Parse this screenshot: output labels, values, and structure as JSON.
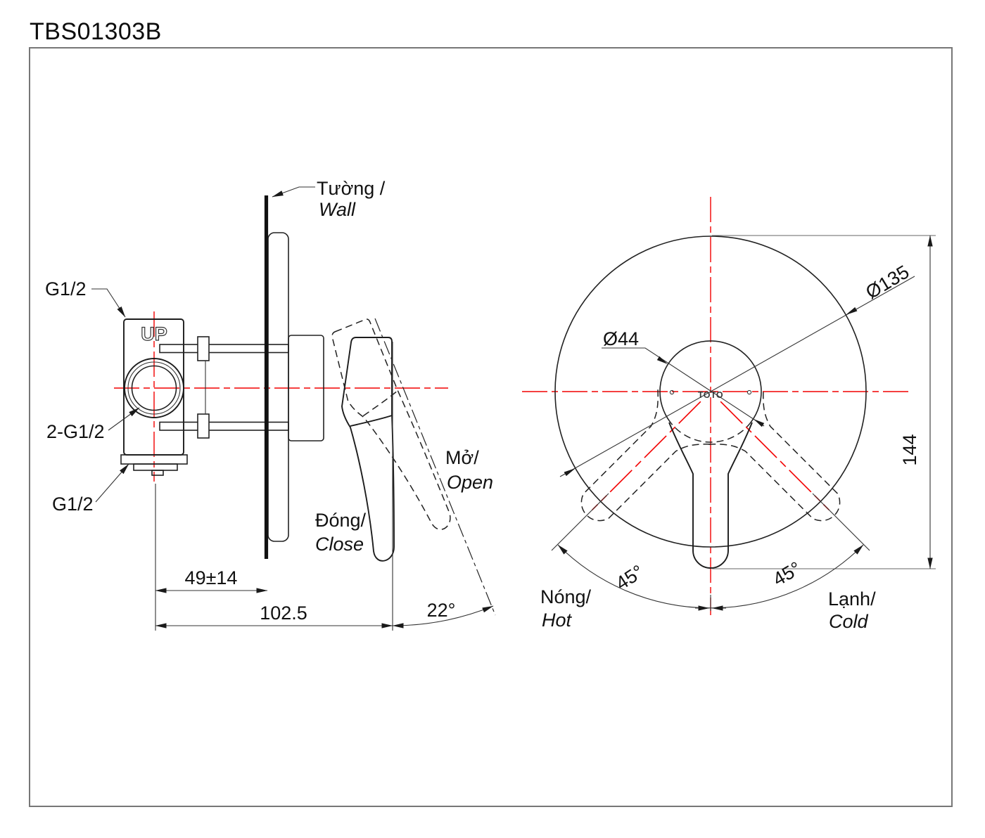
{
  "title": "TBS01303B",
  "colors": {
    "line": "#222222",
    "centerline_red": "#f20000",
    "border": "#777777"
  },
  "side_view": {
    "labels": {
      "g12_top": "G1/2",
      "g12_mid": "2-G1/2",
      "g12_bottom": "G1/2",
      "up": "UP",
      "wall_vi": "Tường /",
      "wall_en": "Wall",
      "open_vi": "Mở/",
      "open_en": "Open",
      "close_vi": "Đóng/",
      "close_en": "Close"
    },
    "dims": {
      "offset": "49±14",
      "depth": "102.5",
      "angle": "22°"
    }
  },
  "front_view": {
    "labels": {
      "hot_vi": "Nóng/",
      "hot_en": "Hot",
      "cold_vi": "Lạnh/",
      "cold_en": "Cold",
      "logo": "TOTO"
    },
    "dims": {
      "boss_diameter": "Ø44",
      "plate_diameter": "Ø135",
      "height": "144",
      "angle_left": "45°",
      "angle_right": "45°"
    }
  }
}
